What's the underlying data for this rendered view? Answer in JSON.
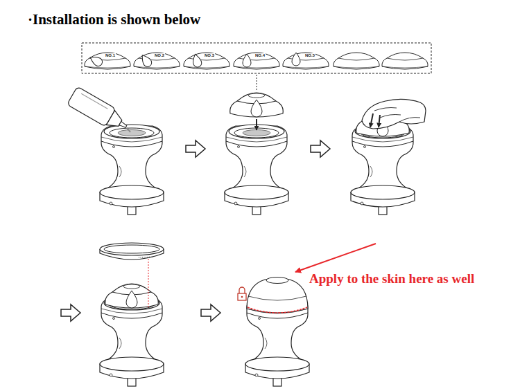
{
  "diagram": {
    "title": "·Installation is shown below",
    "labels": [
      "NO.1",
      "NO.2",
      "NO.3",
      "NO.4",
      "NO.5",
      "Apply to the skin here as well"
    ]
  }
}
